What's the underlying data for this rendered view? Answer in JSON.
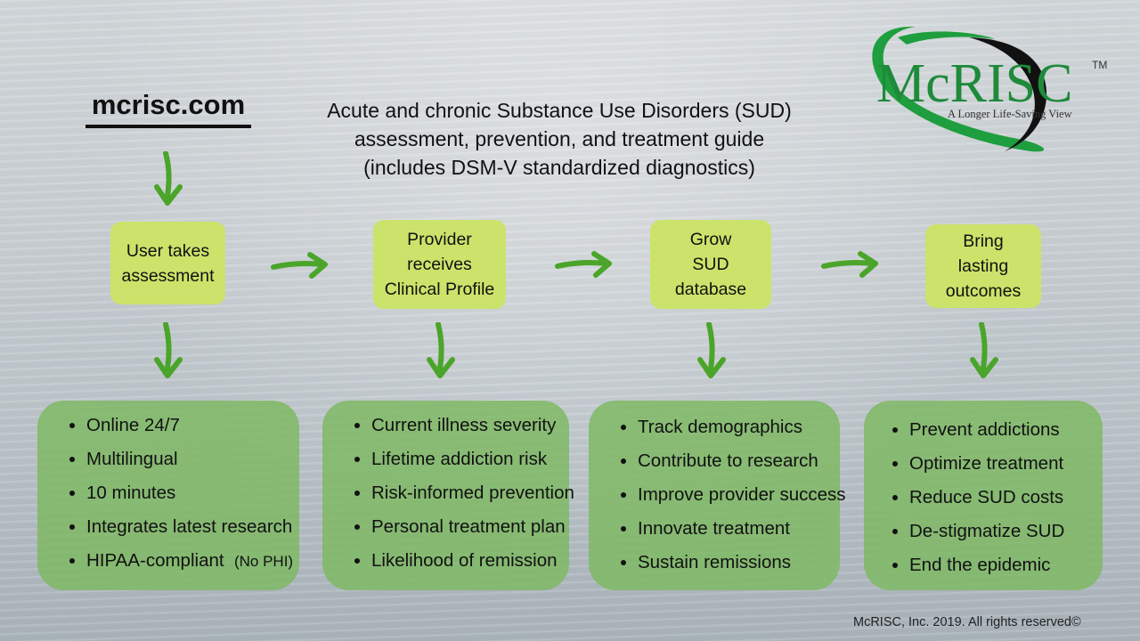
{
  "header": {
    "site": "mcrisc.com",
    "headline": [
      "Acute and chronic Substance Use Disorders (SUD)",
      "assessment, prevention, and treatment guide",
      "(includes DSM-V standardized diagnostics)"
    ]
  },
  "logo": {
    "name": "McRISC",
    "tagline": "A Longer Life-Saving View",
    "trademark": "TM",
    "colors": {
      "swoosh_green": "#1e9e3e",
      "swoosh_black": "#111111",
      "text_green": "#1e8a3a"
    }
  },
  "steps": [
    {
      "label": [
        "User takes",
        "assessment"
      ]
    },
    {
      "label": [
        "Provider",
        "receives",
        "Clinical Profile"
      ]
    },
    {
      "label": [
        "Grow",
        "SUD",
        "database"
      ]
    },
    {
      "label": [
        "Bring",
        "lasting",
        "outcomes"
      ]
    }
  ],
  "panels": [
    {
      "items": [
        "Online 24/7",
        "Multilingual",
        "10 minutes",
        "Integrates latest research",
        "HIPAA-compliant"
      ],
      "note": "(No PHI)"
    },
    {
      "items": [
        "Current illness severity",
        "Lifetime addiction risk",
        "Risk-informed prevention",
        "Personal treatment plan",
        "Likelihood of remission"
      ]
    },
    {
      "items": [
        "Track demographics",
        "Contribute to research",
        "Improve provider success",
        "Innovate treatment",
        "Sustain remissions"
      ]
    },
    {
      "items": [
        "Prevent addictions",
        "Optimize treatment",
        "Reduce SUD costs",
        "De-stigmatize SUD",
        "End the epidemic"
      ]
    }
  ],
  "footer": "McRISC, Inc. 2019. All rights reserved©",
  "colors": {
    "step_box": "#cbe36a",
    "panel": "#7cb860",
    "arrow": "#4aa52a"
  }
}
